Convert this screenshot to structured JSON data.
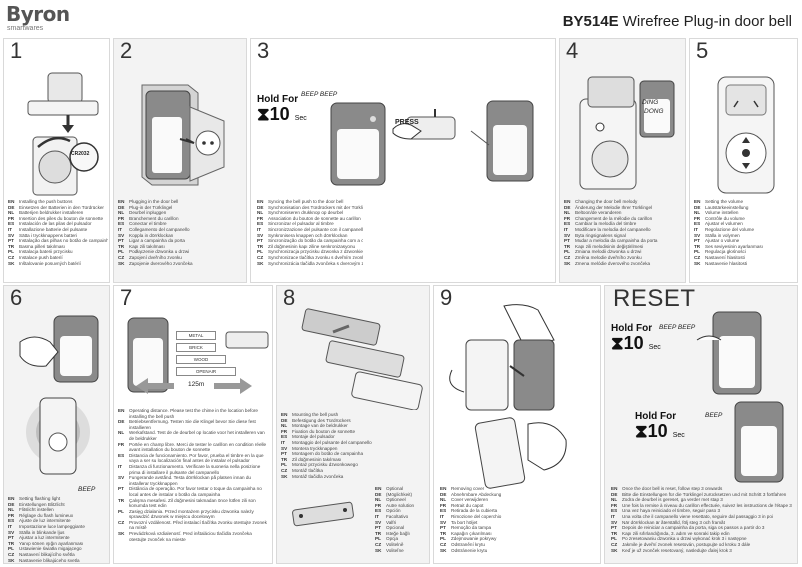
{
  "brand": {
    "name": "Byron",
    "sub": "smartwares"
  },
  "title": {
    "model": "BY514E",
    "rest": " Wirefree Plug-in door bell"
  },
  "steps": {
    "s1": {
      "num": "1",
      "callout": "CR2032",
      "langs": [
        {
          "c": "EN",
          "t": "Installing the push buttons"
        },
        {
          "c": "DE",
          "t": "Einsetzen der Batterien in den Türdrücker"
        },
        {
          "c": "NL",
          "t": "Batterijen beldrukker installeren"
        },
        {
          "c": "FR",
          "t": "Insertion des piles du bouton de sonnette"
        },
        {
          "c": "ES",
          "t": "Instalación de las pilas del pulsador"
        },
        {
          "c": "IT",
          "t": "Installazione batterie del pulsante"
        },
        {
          "c": "SV",
          "t": "Sätta i tryckknappens batteri"
        },
        {
          "c": "PT",
          "t": "Instalação das pilhas no botão de campainha"
        },
        {
          "c": "TR",
          "t": "Basma pilleri takılması"
        },
        {
          "c": "PL",
          "t": "Instalacja baterii przycisku"
        },
        {
          "c": "CZ",
          "t": "Instalace push baterií"
        },
        {
          "c": "SK",
          "t": "Inštalovanie posuvných batérií"
        }
      ]
    },
    "s2": {
      "num": "2",
      "langs": [
        {
          "c": "EN",
          "t": "Plugging in the door bell"
        },
        {
          "c": "DE",
          "t": "Plug-in der Türklingel"
        },
        {
          "c": "NL",
          "t": "Deurbel inpluggen"
        },
        {
          "c": "FR",
          "t": "Branchement du carillon"
        },
        {
          "c": "ES",
          "t": "Conectar el timbre"
        },
        {
          "c": "IT",
          "t": "Collegamento del campanello"
        },
        {
          "c": "SV",
          "t": "Koppla in dörrklockan"
        },
        {
          "c": "PT",
          "t": "Ligar a campainha da porta"
        },
        {
          "c": "TR",
          "t": "Kapı zili takılması"
        },
        {
          "c": "PL",
          "t": "Podłączenie dzwonka u drzwi"
        },
        {
          "c": "CZ",
          "t": "Zapojení dveřního zvonku"
        },
        {
          "c": "SK",
          "t": "Zapojenie dverového zvončeka"
        }
      ]
    },
    "s3": {
      "num": "3",
      "hold_for": "Hold For",
      "hold_num": "10",
      "hold_unit": "Sec",
      "beep": "BEEP BEEP",
      "press": "PRESS",
      "langs": [
        {
          "c": "EN",
          "t": "Syncing the bell push to the door bell"
        },
        {
          "c": "DE",
          "t": "Synchronisation des Türdrückers mit der Türklingel"
        },
        {
          "c": "NL",
          "t": "Synchroniseren drukknop op deurbel"
        },
        {
          "c": "FR",
          "t": "Association du bouton de sonnette au carillon"
        },
        {
          "c": "ES",
          "t": "Sincronizar el pulsador al timbre"
        },
        {
          "c": "IT",
          "t": "Sincronizzazione del pulsante con il campanello"
        },
        {
          "c": "SV",
          "t": "Synkronisera knappen och dörrklockan"
        },
        {
          "c": "PT",
          "t": "Sincronização do botão da campainha com a campainha da porta"
        },
        {
          "c": "TR",
          "t": "Zil düğmesinin kapı ziline senkronizasyonu"
        },
        {
          "c": "PL",
          "t": "Synchronizacja przycisku dzwonka z dzwonkiem u drzwi"
        },
        {
          "c": "CZ",
          "t": "Synchronizace tlačítka zvonku s dveřním zvonkem"
        },
        {
          "c": "SK",
          "t": "Synchronizácia tlačidla zvončeka s dverovým zvončekom"
        }
      ]
    },
    "s4": {
      "num": "4",
      "ding": "DING",
      "dong": "DONG",
      "langs": [
        {
          "c": "EN",
          "t": "Changing the door bell melody"
        },
        {
          "c": "DE",
          "t": "Änderung der Melodie Ihrer Türklingel"
        },
        {
          "c": "NL",
          "t": "Beltoon/de veranderen"
        },
        {
          "c": "FR",
          "t": "Changement de la mélodie du carillon"
        },
        {
          "c": "ES",
          "t": "Cambiar la melodía del timbre"
        },
        {
          "c": "IT",
          "t": "Modificare la melodia del campanello"
        },
        {
          "c": "SV",
          "t": "Byta ringsignalens signal"
        },
        {
          "c": "PT",
          "t": "Mudar a melodia da campainha da porta"
        },
        {
          "c": "TR",
          "t": "Kapı zili melodisinin değiştirilmesi"
        },
        {
          "c": "PL",
          "t": "Zmiana melodii dzwonka u drzwi"
        },
        {
          "c": "CZ",
          "t": "Změna melodie dveřního zvonku"
        },
        {
          "c": "SK",
          "t": "Zmena melódie dverového zvončeka"
        }
      ]
    },
    "s5": {
      "num": "5",
      "langs": [
        {
          "c": "EN",
          "t": "Setting the volume"
        },
        {
          "c": "DE",
          "t": "Lautstärkeeinstellung"
        },
        {
          "c": "NL",
          "t": "Volume instellen"
        },
        {
          "c": "FR",
          "t": "Contrôle du volume"
        },
        {
          "c": "ES",
          "t": "Ajustar el volumen"
        },
        {
          "c": "IT",
          "t": "Regolazione del volume"
        },
        {
          "c": "SV",
          "t": "Ställa in volymen"
        },
        {
          "c": "PT",
          "t": "Ajustar o volume"
        },
        {
          "c": "TR",
          "t": "Ses seviyesinin ayarlanması"
        },
        {
          "c": "PL",
          "t": "Regulacja głośności"
        },
        {
          "c": "CZ",
          "t": "Nastavení hlasitosti"
        },
        {
          "c": "SK",
          "t": "Nastavenie hlasitosti"
        }
      ]
    },
    "s6": {
      "num": "6",
      "beep": "BEEP",
      "langs": [
        {
          "c": "EN",
          "t": "Setting flashing light"
        },
        {
          "c": "DE",
          "t": "Einstellungen Blitzlicht"
        },
        {
          "c": "NL",
          "t": "Flitslicht instellen"
        },
        {
          "c": "FR",
          "t": "Réglage du flash lumineux"
        },
        {
          "c": "ES",
          "t": "Ajuste de luz intermitente"
        },
        {
          "c": "IT",
          "t": "Impostazione luce lampeggiante"
        },
        {
          "c": "SV",
          "t": "Ställa in blinkande ljus"
        },
        {
          "c": "PT",
          "t": "Ajustar a luz intermitente"
        },
        {
          "c": "TR",
          "t": "Yanıp sönen ışığın ayarlanması"
        },
        {
          "c": "PL",
          "t": "Ustawienie światła migającego"
        },
        {
          "c": "CZ",
          "t": "Nastavení blikajícího světla"
        },
        {
          "c": "SK",
          "t": "Nastavenie blikajúceho svetla"
        }
      ]
    },
    "s7": {
      "num": "7",
      "labels": [
        "METAL",
        "BRICK",
        "WOOD",
        "OPENAIR"
      ],
      "distance": "125m",
      "langs": [
        {
          "c": "EN",
          "t": "Operating distance. Please test the chime in the location before installing the bell push"
        },
        {
          "c": "DE",
          "t": "Betriebsentfernung. Testen Sie die Klingel bevor Sie diese fest installieren"
        },
        {
          "c": "NL",
          "t": "Werkafstand. Test de de deurbel op locatie voor het installeren van de beldrukker"
        },
        {
          "c": "FR",
          "t": "Portée en champ libre. Merci de tester le carillon en condition réelle avant installation du bouton de sonnette"
        },
        {
          "c": "ES",
          "t": "Distancia de funcionamiento. Por favor, prueba el timbre en la que vaya a ser su localización final antes de instalar el pulsador"
        },
        {
          "c": "IT",
          "t": "Distanza di funzionamento. Verificare la suoneria nella posizione prima di installare il pulsante del campanello"
        },
        {
          "c": "SV",
          "t": "Fungerande avstånd. Testa dörrklockan på platsen innan du installerar tryckknappen"
        },
        {
          "c": "PT",
          "t": "Distância de operação. Por favor testar o toque da campainha no local antes de instalar o botão da campainha"
        },
        {
          "c": "TR",
          "t": "Çalışma mesafesi. Zil düğmesini takmadan önce lütfen zili son konumda test edin"
        },
        {
          "c": "PL",
          "t": "Zasięg działania. Przed montażem przycisku dzwonka należy sprawdzić dzwonek w miejscu docelowym"
        },
        {
          "c": "CZ",
          "t": "Provozní vzdálenost. Před instalací tlačítka zvonku otestujte zvonek na místě"
        },
        {
          "c": "SK",
          "t": "Prevádzková vzdialenosť. Pred inštaláciou tlačidla zvončeka otestujte zvonček na mieste"
        }
      ]
    },
    "s8": {
      "num": "8",
      "langsA": [
        {
          "c": "EN",
          "t": "Mounting the bell push"
        },
        {
          "c": "DE",
          "t": "Befestigung des Türdrückers"
        },
        {
          "c": "NL",
          "t": "Montage van de beldrukker"
        },
        {
          "c": "FR",
          "t": "Fixation du bouton de sonnette"
        },
        {
          "c": "ES",
          "t": "Montaje del pulsador"
        },
        {
          "c": "IT",
          "t": "Montaggio del pulsante del campanello"
        },
        {
          "c": "SV",
          "t": "Montera tryckknappen"
        },
        {
          "c": "PT",
          "t": "Montagem do botão de campainha"
        },
        {
          "c": "TR",
          "t": "Zil düğmesinin takılması"
        },
        {
          "c": "PL",
          "t": "Montaż przycisku dzwonkowego"
        },
        {
          "c": "CZ",
          "t": "Montáž tlačítka"
        },
        {
          "c": "SK",
          "t": "Montáž tlačidla zvončeka"
        }
      ],
      "langsB": [
        {
          "c": "EN",
          "t": "Optional"
        },
        {
          "c": "DE",
          "t": "(Möglichkeit)"
        },
        {
          "c": "NL",
          "t": "Optioneel"
        },
        {
          "c": "FR",
          "t": "Autre solution"
        },
        {
          "c": "ES",
          "t": "Opción"
        },
        {
          "c": "IT",
          "t": "Facoltativo"
        },
        {
          "c": "SV",
          "t": "Valfri"
        },
        {
          "c": "PT",
          "t": "Opcional"
        },
        {
          "c": "TR",
          "t": "Isteğe bağlı"
        },
        {
          "c": "PL",
          "t": "Opcja"
        },
        {
          "c": "CZ",
          "t": "Volitelně"
        },
        {
          "c": "SK",
          "t": "Voliteľne"
        }
      ]
    },
    "s9": {
      "num": "9",
      "langs": [
        {
          "c": "EN",
          "t": "Removing cover"
        },
        {
          "c": "DE",
          "t": "Abnehmbare Abdeckung"
        },
        {
          "c": "NL",
          "t": "Cover verwijderen"
        },
        {
          "c": "FR",
          "t": "Retrait du capot"
        },
        {
          "c": "ES",
          "t": "Retirada de la cubierta"
        },
        {
          "c": "IT",
          "t": "Rimozione del coperchio"
        },
        {
          "c": "SV",
          "t": "Ta bort höljet"
        },
        {
          "c": "PT",
          "t": "Remoção da tampa"
        },
        {
          "c": "TR",
          "t": "Kapağın çıkarılması"
        },
        {
          "c": "PL",
          "t": "Zdejmowanie pokrywy"
        },
        {
          "c": "CZ",
          "t": "Odstranění krytu"
        },
        {
          "c": "SK",
          "t": "Odstránenie krytu"
        }
      ]
    },
    "reset": {
      "title": "RESET",
      "hold_for": "Hold For",
      "hold_num": "10",
      "hold_unit": "Sec",
      "beep_beep": "BEEP BEEP",
      "beep": "BEEP",
      "langs": [
        {
          "c": "EN",
          "t": "Once the door bell is reset, follow step 3 onwards"
        },
        {
          "c": "DE",
          "t": "Bitte die Einstellungen für die Türklingel zurücksetzen und mit Schritt 3 fortfahren"
        },
        {
          "c": "NL",
          "t": "Zodra de deurbel is gereset, ga verder met stap 3"
        },
        {
          "c": "FR",
          "t": "Une fois la remise à niveau du carillon effectuée, suivez les instructions de l'étape 3"
        },
        {
          "c": "ES",
          "t": "Una vez haya reiniciado el timbre, seguir paso 3"
        },
        {
          "c": "IT",
          "t": "Una volta che il campanello viene resettato, seguire dal passaggio 3 in poi"
        },
        {
          "c": "SV",
          "t": "När dörrklockan är återställd, följ steg 3 och framåt"
        },
        {
          "c": "PT",
          "t": "Depois de reiniciar a campainha da porta, siga os passos a partir do 3"
        },
        {
          "c": "TR",
          "t": "Kapı zili sıfırlandığında, 3. adım ve sonraki takip edin"
        },
        {
          "c": "PL",
          "t": "Po zresetowaniu dzwonka u drzwi wykonać krok 3 i następne"
        },
        {
          "c": "CZ",
          "t": "Jakmile je dveřní zvonek resetován, postupujte od kroku 3 dále"
        },
        {
          "c": "SK",
          "t": "Keď je už zvonček resetovaný, nasledujte ďalej krok 3"
        }
      ]
    }
  }
}
